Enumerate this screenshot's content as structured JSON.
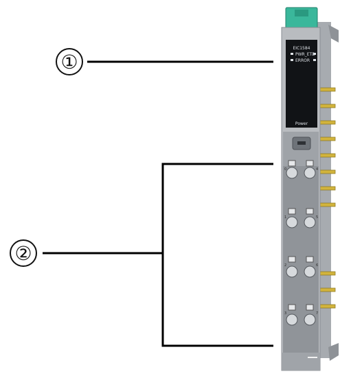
{
  "callouts": [
    {
      "label": "①"
    },
    {
      "label": "②"
    }
  ],
  "module": {
    "model": "EIC1584",
    "indicators": [
      "PWR_ETD",
      "ERROR"
    ],
    "status_label": "Power",
    "channels": [
      {
        "left": "0",
        "right": "4"
      },
      {
        "left": "1",
        "right": "5"
      },
      {
        "left": "2",
        "right": "6"
      },
      {
        "left": "3",
        "right": "7"
      }
    ]
  }
}
